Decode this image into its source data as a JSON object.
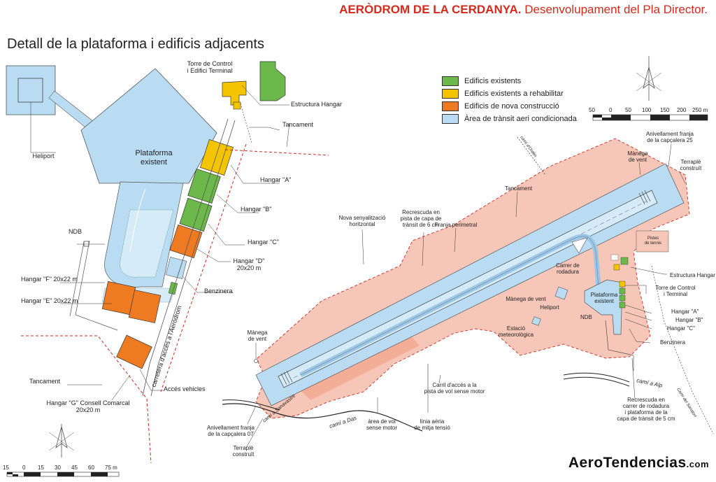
{
  "header": {
    "title_bold": "AERÒDROM DE LA CERDANYA.",
    "title_rest": "Desenvolupament del Pla Director.",
    "subtitle": "Detall de la plataforma i edificis adjacents"
  },
  "legend": [
    {
      "label": "Edificis existents",
      "color": "#6cb84a"
    },
    {
      "label": "Edificis existents a rehabilitar",
      "color": "#f5c400"
    },
    {
      "label": "Edificis de nova construcció",
      "color": "#ee7a22"
    },
    {
      "label": "Àrea de trànsit aeri condicionada",
      "color": "#b9dcf2"
    }
  ],
  "colors": {
    "apron": "#b9dcf2",
    "apron_dark": "#9cc8e8",
    "pink_area": "#f6c7b8",
    "red_line": "#d42a1c",
    "green": "#6cb84a",
    "yellow": "#f5c400",
    "orange": "#ee7a22"
  },
  "left_map": {
    "labels": {
      "plataforma": [
        "Plataforma",
        "existent"
      ],
      "heliport": "Heliport",
      "torre": [
        "Torre de Control",
        "i Edifici Terminal"
      ],
      "estructura": "Estructura Hangar",
      "tancament_top": "Tancament",
      "hangar_a": "Hangar \"A\"",
      "hangar_b": "Hangar \"B\"",
      "hangar_c": "Hangar \"C\"",
      "hangar_d": [
        "Hangar \"D\"",
        "20x20 m"
      ],
      "benzinera": "Benzinera",
      "ndb": "NDB",
      "hangar_f": "Hangar \"F\" 20x22 m",
      "hangar_e": "Hangar \"E\" 20x22 m",
      "carretera": "carretera d'accés a l'Aeròdrom",
      "tancament_bottom": "Tancament",
      "acces": "Accés vehicles",
      "hangar_g": [
        "Hangar \"G\" Consell Comarcal",
        "20x20 m"
      ]
    },
    "scale_labels": [
      "15",
      "0",
      "15",
      "30",
      "45",
      "60",
      "75 m"
    ]
  },
  "right_map": {
    "labels": {
      "anivellament_25": [
        "Anivellament franja",
        "de la capçalera 25"
      ],
      "manega_top": [
        "Mànega",
        "de vent"
      ],
      "terraple_top": [
        "Terraplè",
        "construït"
      ],
      "tancament": "Tancament",
      "nova": [
        "Nova senyalització",
        "horitzontal"
      ],
      "recrescuda_pista": [
        "Recrescuda en",
        "pista de capa de",
        "trànsit de 6 cm"
      ],
      "franja": "Franja perimetral",
      "pistes_tennis": [
        "Pistes",
        "de tennis"
      ],
      "carrer": [
        "Carrer de",
        "rodadura"
      ],
      "estructura": "Estructura Hangar",
      "torre": [
        "Torre de Control",
        "i Terminal"
      ],
      "manega_mid": "Mànega de vent",
      "plataforma": [
        "Plataforma",
        "existent"
      ],
      "heliport": "Heliport",
      "hangar_a": "Hangar \"A\"",
      "hangar_b": "Hangar \"B\"",
      "hangar_c": "Hangar \"C\"",
      "ndb": "NDB",
      "estacio": [
        "Estació",
        "meteorològica"
      ],
      "benzinera": "Benzinera",
      "manega_left": [
        "Mànega",
        "de vent"
      ],
      "cami_alp": "camí a Alp",
      "carril": [
        "Carril d'accés a la",
        "pista de vol sense motor"
      ],
      "recrescuda_carrer": [
        "Recrescuda en",
        "carrer de rodadura",
        "i plataforma de la",
        "capa de trànsit de 5 cm"
      ],
      "anivellament_07": [
        "Anivellament franja",
        "de la capçalera 07"
      ],
      "terraple_bottom": [
        "Terraplè",
        "construït"
      ],
      "area_vol": [
        "àrea de vol",
        "sense motor"
      ],
      "linia": [
        "línia aèria",
        "de mitja tensió"
      ],
      "cami_das": "camí a Das",
      "cami_sanavastre": "camí a Sanavastre",
      "cami_top": "camí d'Ordèn",
      "cami_right": "Camí del Sanatori"
    },
    "scale_labels": [
      "50",
      "0",
      "50",
      "100",
      "150",
      "200",
      "250 m"
    ]
  },
  "watermark": {
    "text": "AeroTendencias",
    "suffix": ".com"
  }
}
